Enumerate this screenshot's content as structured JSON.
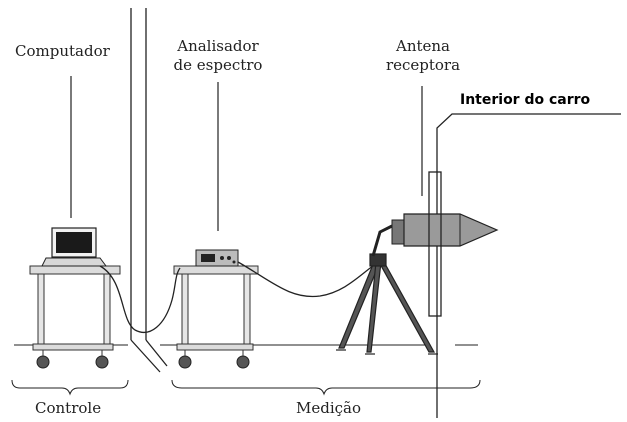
{
  "labels": {
    "computador": "Computador",
    "analisador_line1": "Analisador",
    "analisador_line2": "de espectro",
    "antena_line1": "Antena",
    "antena_line2": "receptora",
    "interior": "Interior do carro",
    "controle": "Controle",
    "medicao": "Medição"
  },
  "colors": {
    "line": "#222222",
    "metal": "#555555",
    "cart": "#dcdcdc",
    "horn": "#9a9a9a"
  }
}
